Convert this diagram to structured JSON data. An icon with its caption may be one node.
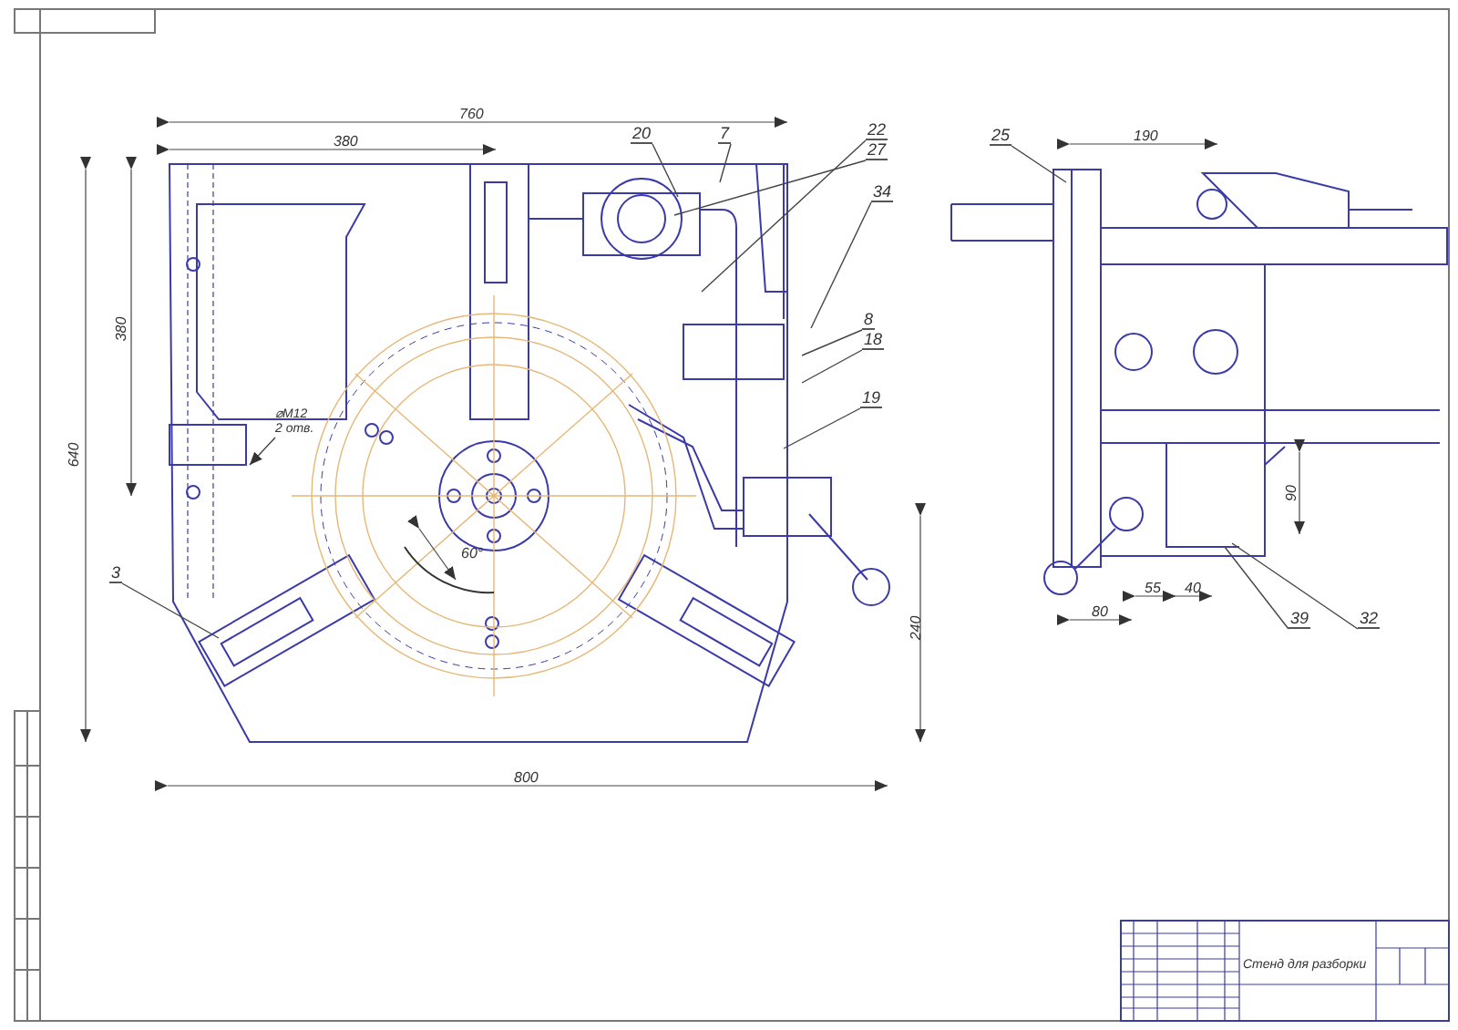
{
  "diagram": {
    "nodes": [
      {
        "text": [
          "20"
        ]
      },
      {
        "text": [
          "7"
        ]
      },
      {
        "text": [
          "22"
        ]
      },
      {
        "text": [
          "27"
        ]
      },
      {
        "text": [
          "34"
        ]
      },
      {
        "text": [
          "8"
        ]
      },
      {
        "text": [
          "18"
        ]
      },
      {
        "text": [
          "19"
        ]
      },
      {
        "text": [
          "3"
        ]
      },
      {
        "text": [
          "⌀М12",
          "2 отв."
        ]
      },
      {
        "text": [
          "25"
        ]
      },
      {
        "text": [
          "39"
        ]
      },
      {
        "text": [
          "32"
        ]
      }
    ],
    "edges": [
      {
        "from": 0,
        "to": null,
        "arrow": "none"
      },
      {
        "from": 1,
        "to": null,
        "arrow": "none"
      },
      {
        "from": 2,
        "to": null,
        "arrow": "none"
      },
      {
        "from": 3,
        "to": null,
        "arrow": "none"
      },
      {
        "from": 4,
        "to": null,
        "arrow": "none"
      },
      {
        "from": 5,
        "to": null,
        "arrow": "none"
      },
      {
        "from": 6,
        "to": null,
        "arrow": "none"
      },
      {
        "from": 7,
        "to": null,
        "arrow": "none"
      },
      {
        "from": 8,
        "to": null,
        "arrow": "none"
      },
      {
        "from": 9,
        "to": null,
        "arrow": "to"
      },
      {
        "from": 10,
        "to": null,
        "arrow": "none"
      },
      {
        "from": 11,
        "to": null,
        "arrow": "none"
      },
      {
        "from": 12,
        "to": null,
        "arrow": "none"
      }
    ],
    "labels": [
      "760",
      "380",
      "640",
      "380",
      "60°",
      "240",
      "800",
      "190",
      "90",
      "80",
      "55",
      "40",
      "Стенд для разборки"
    ]
  }
}
